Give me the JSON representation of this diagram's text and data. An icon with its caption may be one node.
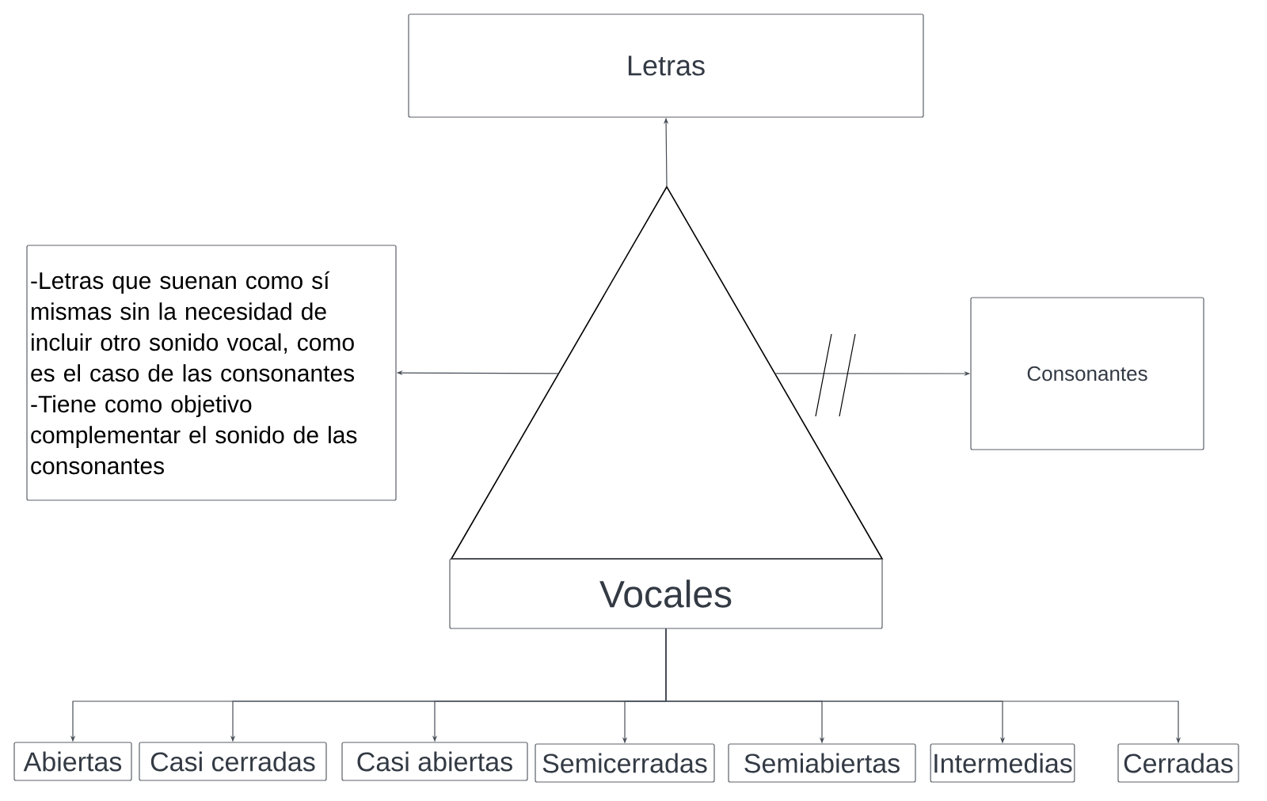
{
  "diagram": {
    "nodes": [
      {
        "text": [
          "Letras"
        ]
      },
      {
        "text": [],
        "shape": "triangle"
      },
      {
        "text": [
          "-Letras que suenan como sí mismas sin la necesidad de incluir otro sonido vocal, como es el caso de las consonantes",
          "-Tiene como objetivo complementar el sonido de las consonantes"
        ]
      },
      {
        "text": [
          "Consonantes"
        ]
      },
      {
        "text": [
          "Vocales"
        ]
      },
      {
        "text": [
          "Abiertas"
        ]
      },
      {
        "text": [
          "Casi cerradas"
        ]
      },
      {
        "text": [
          "Casi abiertas"
        ]
      },
      {
        "text": [
          "Semicerradas"
        ]
      },
      {
        "text": [
          "Semiabiertas"
        ]
      },
      {
        "text": [
          "Intermedias"
        ]
      },
      {
        "text": [
          "Cerradas"
        ]
      }
    ],
    "edges": [
      {
        "from": 1,
        "to": 0,
        "arrow": "to"
      },
      {
        "from": 1,
        "to": 2,
        "arrow": "to"
      },
      {
        "from": 1,
        "to": 3,
        "arrow": "to"
      },
      {
        "from": 4,
        "to": 5,
        "arrow": "to"
      },
      {
        "from": 4,
        "to": 6,
        "arrow": "to"
      },
      {
        "from": 4,
        "to": 7,
        "arrow": "to"
      },
      {
        "from": 4,
        "to": 8,
        "arrow": "to"
      },
      {
        "from": 4,
        "to": 9,
        "arrow": "to"
      },
      {
        "from": 4,
        "to": 10,
        "arrow": "to"
      },
      {
        "from": 4,
        "to": 11,
        "arrow": "to"
      }
    ]
  }
}
